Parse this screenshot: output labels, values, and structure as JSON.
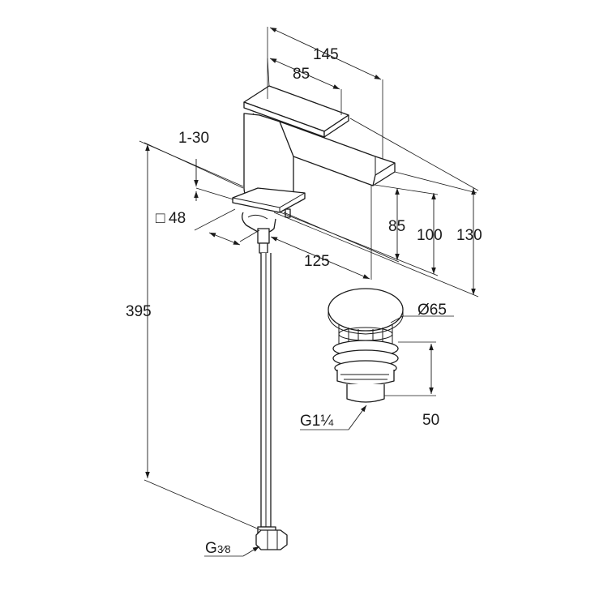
{
  "dimensions": {
    "width_overall": "145",
    "handle_length": "85",
    "tilt": "1-30",
    "base_square": "48",
    "base_square_symbol": "□",
    "spout_height": "85",
    "spout_height2": "100",
    "total_top": "130",
    "reach": "125",
    "total_height": "395",
    "drain_diameter": "Ø65",
    "drain_thread": "G1¼",
    "drain_height": "50",
    "hose_thread_main": "G",
    "hose_thread_frac": "3⁄8"
  }
}
